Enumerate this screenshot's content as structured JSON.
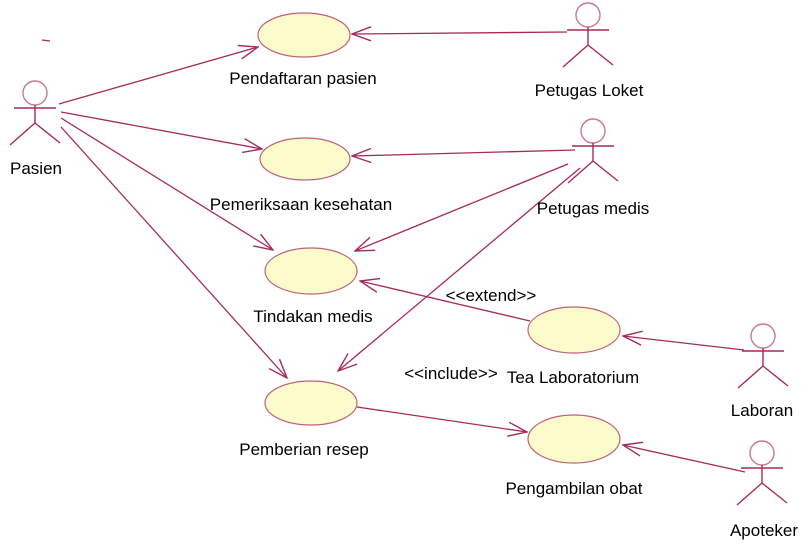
{
  "diagram": {
    "type": "UML use case diagram",
    "actors": [
      {
        "name": "Pasien"
      },
      {
        "name": "Petugas Loket"
      },
      {
        "name": "Petugas medis"
      },
      {
        "name": "Laboran"
      },
      {
        "name": "Apoteker"
      }
    ],
    "use_cases": [
      {
        "name": "Pendaftaran pasien"
      },
      {
        "name": "Pemeriksaan kesehatan"
      },
      {
        "name": "Tindakan medis"
      },
      {
        "name": "Tea Laboratorium"
      },
      {
        "name": "Pemberian resep"
      },
      {
        "name": "Pengambilan obat"
      }
    ],
    "stereotype_labels": [
      {
        "text": "<<extend>>"
      },
      {
        "text": "<<include>>"
      }
    ],
    "relationships": [
      {
        "from": "Pasien",
        "to": "Pendaftaran pasien",
        "type": "association"
      },
      {
        "from": "Petugas Loket",
        "to": "Pendaftaran pasien",
        "type": "association"
      },
      {
        "from": "Pasien",
        "to": "Pemeriksaan kesehatan",
        "type": "association"
      },
      {
        "from": "Petugas medis",
        "to": "Pemeriksaan kesehatan",
        "type": "association"
      },
      {
        "from": "Pasien",
        "to": "Tindakan medis",
        "type": "association"
      },
      {
        "from": "Petugas medis",
        "to": "Tindakan medis",
        "type": "association"
      },
      {
        "from": "Tea Laboratorium",
        "to": "Tindakan medis",
        "type": "extend"
      },
      {
        "from": "Pasien",
        "to": "Pemberian resep",
        "type": "association"
      },
      {
        "from": "Petugas medis",
        "to": "Pemberian resep",
        "type": "association"
      },
      {
        "from": "Pemberian resep",
        "to": "Pengambilan obat",
        "type": "include"
      },
      {
        "from": "Laboran",
        "to": "Tea Laboratorium",
        "type": "association"
      },
      {
        "from": "Apoteker",
        "to": "Pengambilan obat",
        "type": "association"
      }
    ],
    "colors": {
      "line": "#A62A5A",
      "ellipse_fill": "#FCFBCB",
      "ellipse_stroke": "#C16179",
      "text": "#000000"
    }
  }
}
